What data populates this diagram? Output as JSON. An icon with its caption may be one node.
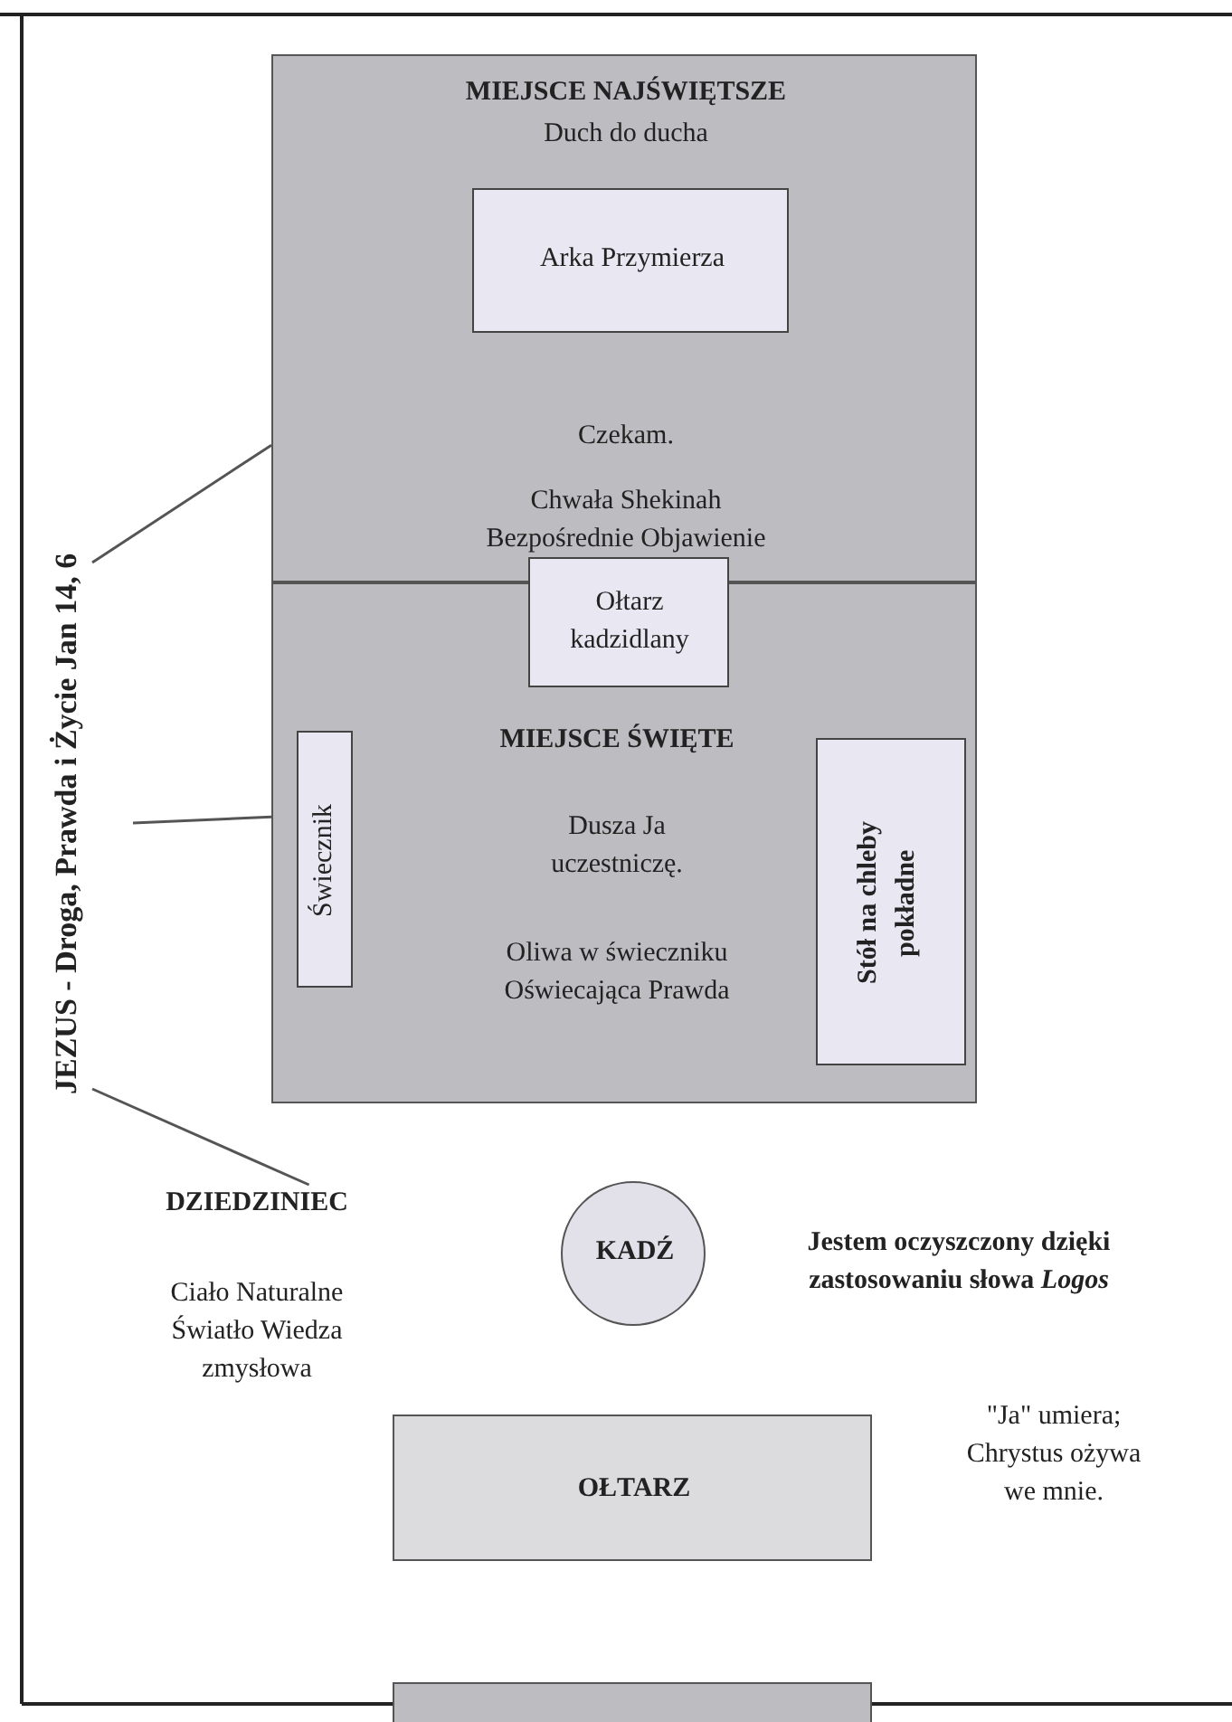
{
  "diagram": {
    "nodes": [
      {
        "text": [
          "MIEJSCE NAJŚWIĘTSZE",
          "Duch do ducha",
          "Czekam.",
          "Chwała Shekinah Bezpośrednie Objawienie"
        ]
      },
      {
        "text": [
          "Arka Przymierza"
        ],
        "in": 0
      },
      {
        "text": [
          "MIEJSCE ŚWIĘTE",
          "Dusza Ja uczestniczę.",
          "Oliwa w świeczniku Oświecająca Prawda"
        ]
      },
      {
        "text": [
          "Ołtarz kadzidlany"
        ]
      },
      {
        "text": [
          "Świecznik"
        ],
        "in": 2
      },
      {
        "text": [
          "Stół na chleby pokładne"
        ],
        "in": 2
      },
      {
        "text": [
          "JEZUS - Droga, Prawda i Życie Jan 14, 6"
        ]
      },
      {
        "text": [
          "DZIEDZINIEC",
          "Ciało Naturalne Światło Wiedza zmysłowa"
        ]
      },
      {
        "text": [
          "KADŹ"
        ]
      },
      {
        "text": [
          "OŁTARZ"
        ]
      },
      {
        "text": [],
        "shape": "bar"
      }
    ],
    "edges": [
      {
        "from": 6,
        "to": 0,
        "arrow": "none"
      },
      {
        "from": 6,
        "to": 2,
        "arrow": "none"
      },
      {
        "from": 6,
        "to": 7,
        "arrow": "none"
      }
    ],
    "labels": [
      "Jestem oczyszczony dzięki zastosowaniu słowa *Logos*",
      "\"Ja\" umiera; Chrystus ożywa we mnie."
    ]
  }
}
